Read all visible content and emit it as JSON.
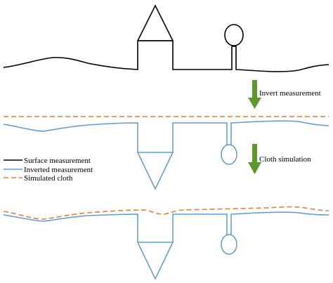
{
  "annotations": {
    "invert": "Invert measurement",
    "cloth": "Cloth simulation"
  },
  "legend": {
    "items": [
      {
        "label": "Surface measurement",
        "color": "#000000",
        "style": "solid"
      },
      {
        "label": "Inverted measurement",
        "color": "#5b9bd5",
        "style": "solid"
      },
      {
        "label": "Simulated cloth",
        "color": "#ed7d31",
        "style": "dashed"
      }
    ]
  },
  "colors": {
    "surface": "#000000",
    "inverted": "#5b9bd5",
    "cloth": "#ed7d31",
    "arrow": "#5a9a2a"
  }
}
